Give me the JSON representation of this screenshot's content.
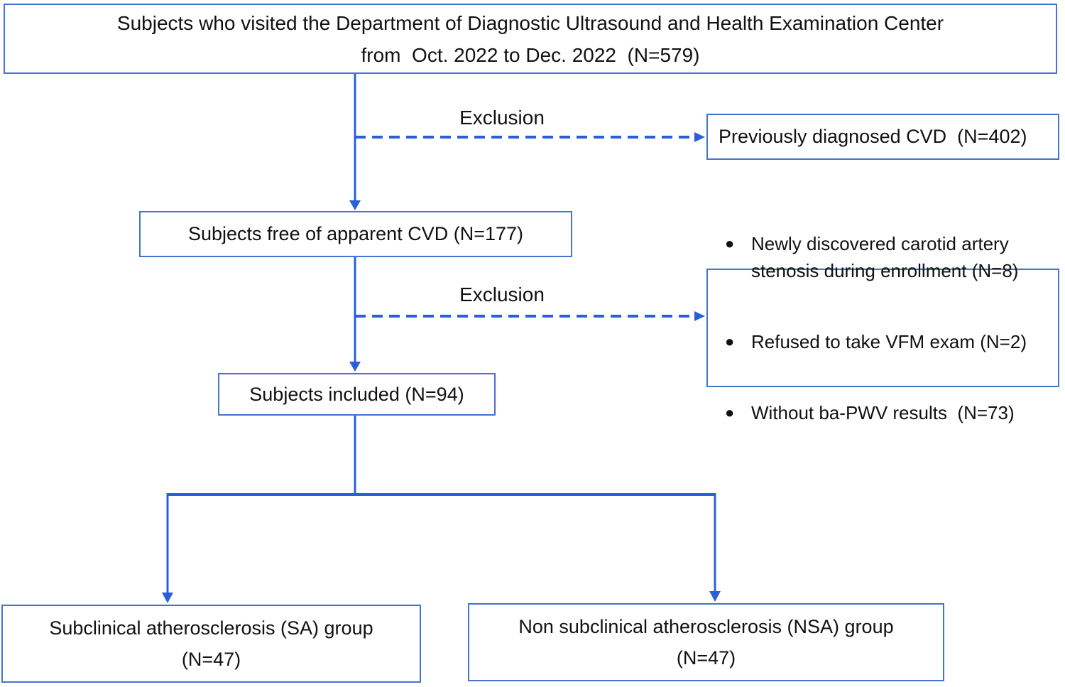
{
  "figure": {
    "type": "flowchart",
    "colors": {
      "box_border": "#4573D3",
      "connector": "#2B5FD9",
      "text": "#111111",
      "background": "#ffffff"
    },
    "nodes": {
      "source": {
        "line1": "Subjects who visited the Department of Diagnostic Ultrasound and Health Examination Center",
        "line2": "from  Oct. 2022 to Dec. 2022  (N=579)"
      },
      "exclusion1": {
        "label": "Exclusion",
        "text": "Previously diagnosed CVD  (N=402)"
      },
      "free_of_cvd": {
        "text": "Subjects free of apparent CVD (N=177)"
      },
      "exclusion2": {
        "label": "Exclusion",
        "items": [
          "Newly discovered carotid artery stenosis during enrollment (N=8)",
          "Refused to take VFM exam (N=2)",
          "Without ba-PWV results  (N=73)"
        ]
      },
      "included": {
        "text": "Subjects included (N=94)"
      },
      "sa_group": {
        "line1": "Subclinical atherosclerosis (SA) group",
        "line2": "(N=47)"
      },
      "nsa_group": {
        "line1": "Non subclinical atherosclerosis (NSA) group",
        "line2": "(N=47)"
      }
    }
  }
}
